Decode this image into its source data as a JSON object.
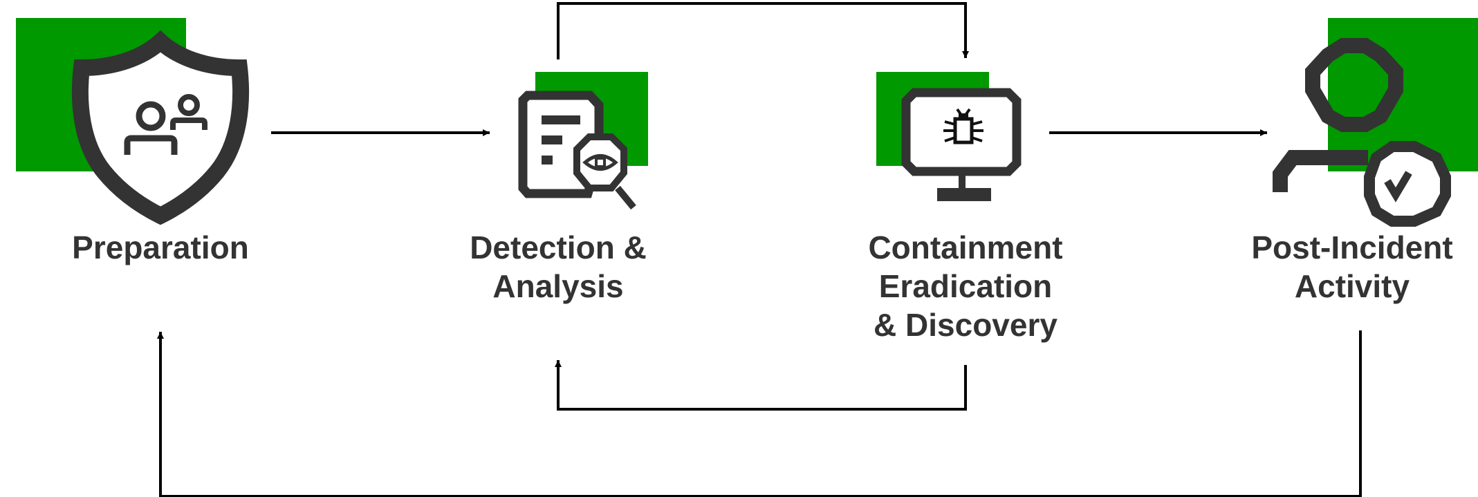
{
  "colors": {
    "accent": "#009900",
    "icon": "#333333",
    "arrow": "#000000",
    "text": "#333333",
    "background": "#ffffff"
  },
  "stages": [
    {
      "id": "preparation",
      "icon": "shield-people-icon",
      "lines": [
        "Preparation"
      ]
    },
    {
      "id": "detection",
      "icon": "document-magnifier-icon",
      "lines": [
        "Detection &",
        "Analysis"
      ]
    },
    {
      "id": "containment",
      "icon": "monitor-bug-icon",
      "lines": [
        "Containment",
        "Eradication",
        "& Discovery"
      ]
    },
    {
      "id": "post-incident",
      "icon": "user-checkmark-icon",
      "lines": [
        "Post-Incident",
        "Activity"
      ]
    }
  ],
  "flows": [
    {
      "from": "preparation",
      "to": "detection"
    },
    {
      "from": "detection",
      "to": "containment"
    },
    {
      "from": "containment",
      "to": "post-incident"
    },
    {
      "from": "containment",
      "to": "detection"
    },
    {
      "from": "post-incident",
      "to": "preparation"
    }
  ]
}
